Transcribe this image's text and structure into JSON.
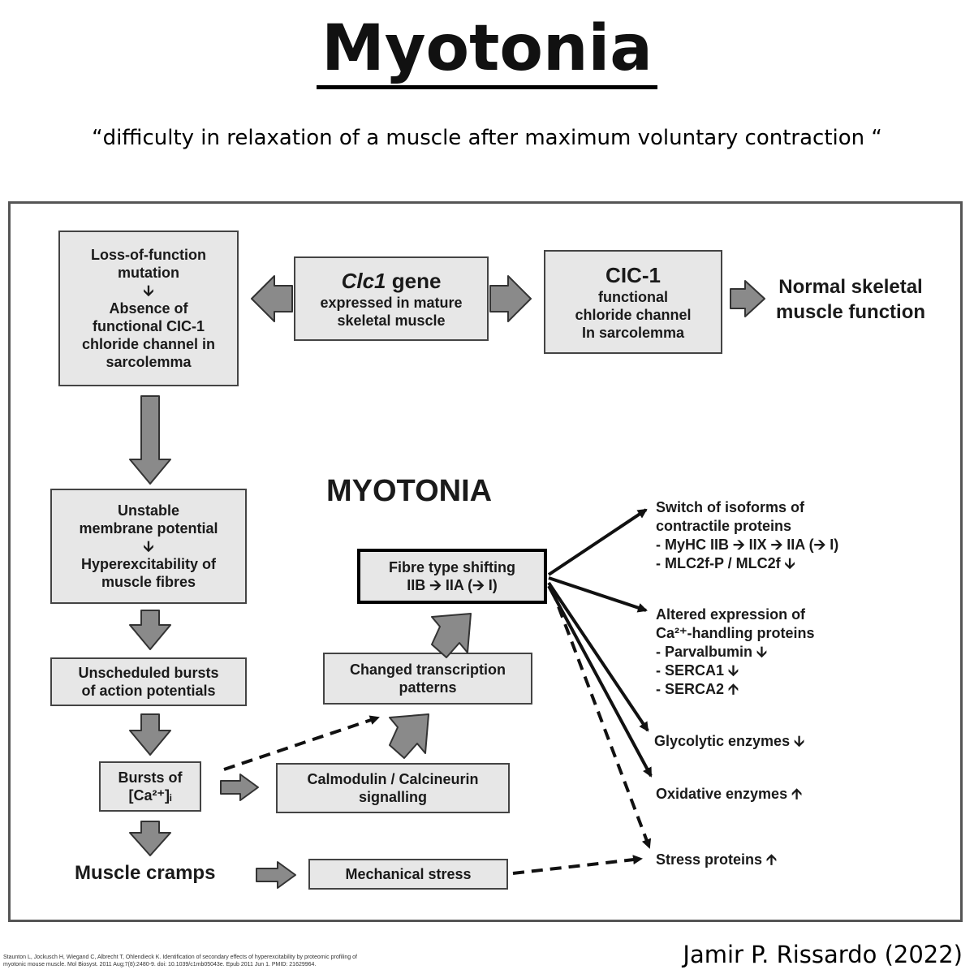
{
  "title": "Myotonia",
  "subtitle": "“difficulty in relaxation of a muscle after maximum voluntary contraction “",
  "diagram": {
    "loss_box": [
      "Loss-of-function",
      "mutation",
      "🡫",
      "Absence of",
      "functional CIC-1",
      "chloride channel in",
      "sarcolemma"
    ],
    "gene_box": {
      "gene": "Clc1",
      "gene_suffix": " gene",
      "lines": [
        "expressed in mature",
        "skeletal muscle"
      ]
    },
    "clc_box": {
      "head": "CIC-1",
      "lines": [
        "functional",
        "chloride channel",
        "In sarcolemma"
      ]
    },
    "normal": [
      "Normal skeletal",
      "muscle function"
    ],
    "myotonia_label": "MYOTONIA",
    "unstable_box": [
      "Unstable",
      "membrane potential",
      "🡫",
      "Hyperexcitability of",
      "muscle fibres"
    ],
    "bursts_ap_box": [
      "Unscheduled bursts",
      "of action potentials"
    ],
    "bursts_ca_box": [
      "Bursts of",
      "[Ca²⁺]ᵢ"
    ],
    "muscle_cramps": "Muscle cramps",
    "mech_stress_box": "Mechanical stress",
    "calmodulin_box": [
      "Calmodulin / Calcineurin",
      "signalling"
    ],
    "transcription_box": [
      "Changed transcription",
      "patterns"
    ],
    "fibre_box": [
      "Fibre type shifting",
      "IIB 🡪 IIA (🡪 I)"
    ],
    "outcomes": {
      "switch": [
        "Switch of isoforms of",
        "contractile proteins",
        "- MyHC IIB 🡪 IIX 🡪 IIA (🡪 I)",
        "- MLC2f-P / MLC2f 🡫"
      ],
      "altered": [
        "Altered expression of",
        "Ca²⁺-handling proteins",
        "-  Parvalbumin 🡫",
        "-  SERCA1 🡫",
        "-  SERCA2 🡩"
      ],
      "glycolytic": "Glycolytic enzymes 🡫",
      "oxidative": "Oxidative enzymes 🡩",
      "stress": "Stress proteins 🡩"
    }
  },
  "citation": "Staunton L, Jockusch H, Wiegand C, Albrecht T, Ohlendieck K. Identification of secondary effects of hyperexcitability by proteomic profiling of myotonic mouse muscle. Mol Biosyst. 2011 Aug;7(8):2480-9. doi: 10.1039/c1mb05043e. Epub 2011 Jun 1. PMID: 21629964.",
  "author": "Jamir P. Rissardo (2022)",
  "colors": {
    "box_fill": "#e7e7e7",
    "arrow_fill": "#8a8a8a",
    "line": "#111111"
  }
}
